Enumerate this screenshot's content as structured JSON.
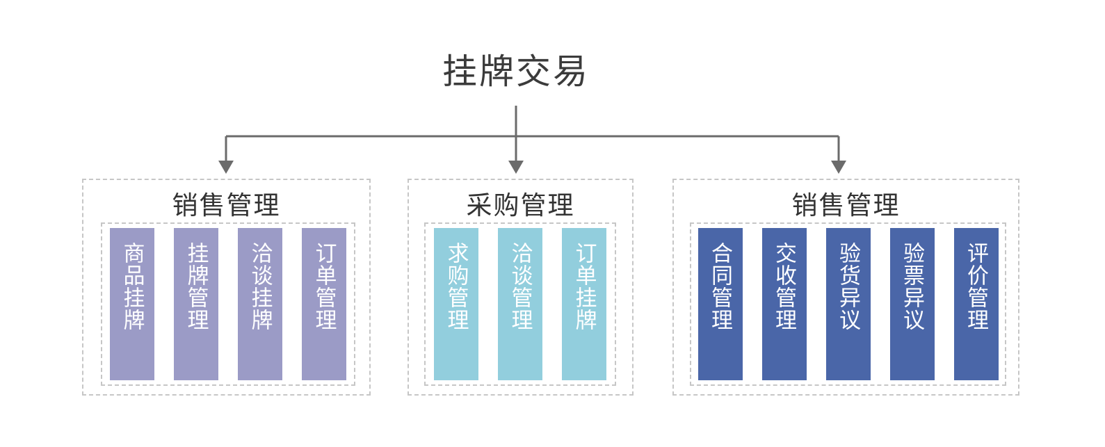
{
  "diagram": {
    "title": "挂牌交易",
    "connector": {
      "style": "tree-bracket-with-arrows",
      "arrow_count": 3
    },
    "colors": {
      "title_text": "#3b3b3b",
      "group_border": "#c6c6c6",
      "connector_line": "#6b6b6b",
      "group_0_card": "#9b9bc6",
      "group_1_card": "#92cedd",
      "group_2_card": "#4a66a8",
      "card_text": "#ffffff",
      "background": "#ffffff"
    },
    "groups": [
      {
        "title": "销售管理",
        "accent": "#9b9bc6",
        "cards": [
          {
            "label": "商品挂牌"
          },
          {
            "label": "挂牌管理"
          },
          {
            "label": "洽谈挂牌"
          },
          {
            "label": "订单管理"
          }
        ]
      },
      {
        "title": "采购管理",
        "accent": "#92cedd",
        "cards": [
          {
            "label": "求购管理"
          },
          {
            "label": "洽谈管理"
          },
          {
            "label": "订单挂牌"
          }
        ]
      },
      {
        "title": "销售管理",
        "accent": "#4a66a8",
        "cards": [
          {
            "label": "合同管理"
          },
          {
            "label": "交收管理"
          },
          {
            "label": "验货异议"
          },
          {
            "label": "验票异议"
          },
          {
            "label": "评价管理"
          }
        ]
      }
    ]
  }
}
